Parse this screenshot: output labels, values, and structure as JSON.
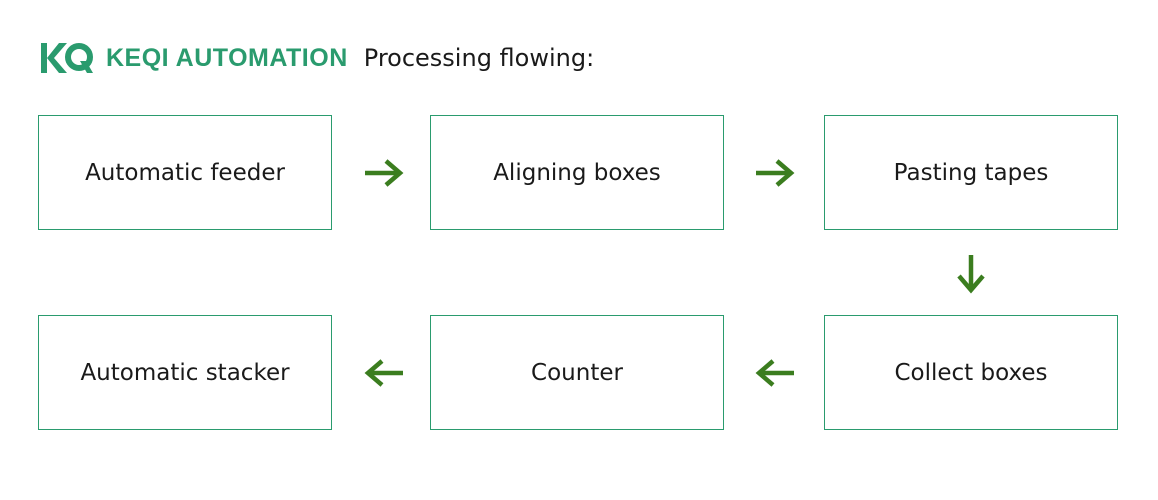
{
  "header": {
    "logo_mark": "KQ",
    "brand": "KEQI AUTOMATION",
    "title": "Processing flowing:"
  },
  "colors": {
    "brand_green": "#2a9b6e",
    "arrow_green": "#3b7d1f",
    "text": "#1a1a1a"
  },
  "steps": [
    {
      "label": "Automatic feeder"
    },
    {
      "label": "Aligning boxes"
    },
    {
      "label": "Pasting tapes"
    },
    {
      "label": "Collect boxes"
    },
    {
      "label": "Counter"
    },
    {
      "label": "Automatic stacker"
    }
  ],
  "arrows": [
    {
      "from": "Automatic feeder",
      "to": "Aligning boxes",
      "icon": "arrow-right-icon"
    },
    {
      "from": "Aligning boxes",
      "to": "Pasting tapes",
      "icon": "arrow-right-icon"
    },
    {
      "from": "Pasting tapes",
      "to": "Collect boxes",
      "icon": "arrow-down-icon"
    },
    {
      "from": "Collect boxes",
      "to": "Counter",
      "icon": "arrow-left-icon"
    },
    {
      "from": "Counter",
      "to": "Automatic stacker",
      "icon": "arrow-left-icon"
    }
  ]
}
